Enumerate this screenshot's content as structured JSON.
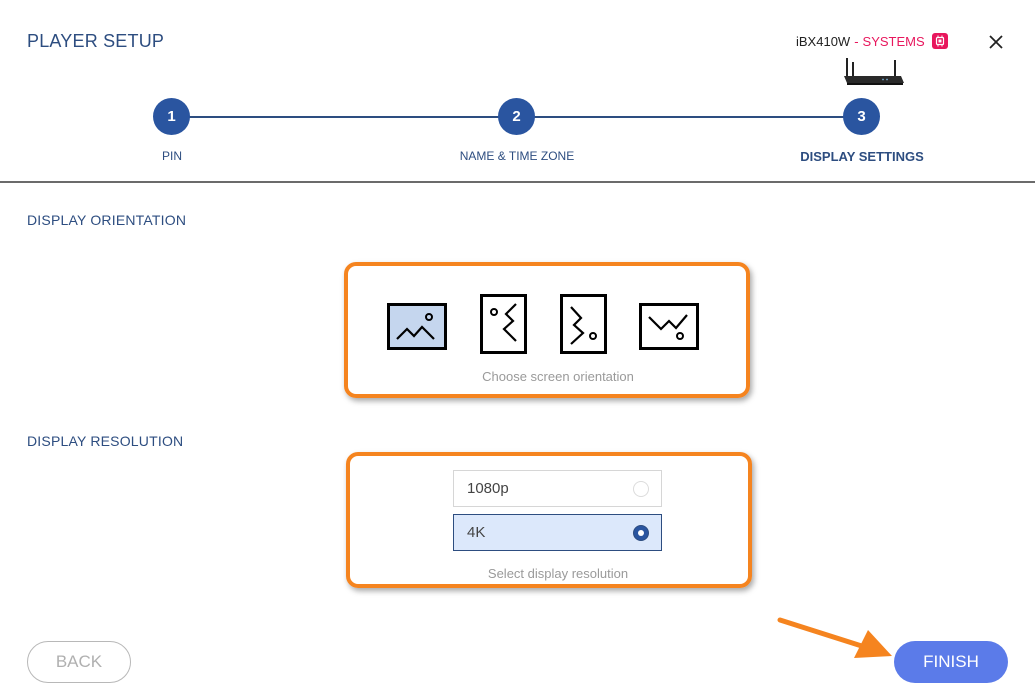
{
  "header": {
    "title": "PLAYER SETUP",
    "device_model": "iBX410W",
    "device_separator": "-",
    "device_tier": "SYSTEMS"
  },
  "stepper": {
    "steps": [
      {
        "number": "1",
        "label": "PIN"
      },
      {
        "number": "2",
        "label": "NAME & TIME ZONE"
      },
      {
        "number": "3",
        "label": "DISPLAY SETTINGS"
      }
    ],
    "active_step": "3"
  },
  "orientation": {
    "section_label": "DISPLAY ORIENTATION",
    "helper": "Choose screen orientation",
    "options": [
      "landscape",
      "portrait-left",
      "portrait-right",
      "landscape-flipped"
    ],
    "selected": "landscape"
  },
  "resolution": {
    "section_label": "DISPLAY RESOLUTION",
    "helper": "Select display resolution",
    "options": [
      {
        "label": "1080p",
        "selected": false
      },
      {
        "label": "4K",
        "selected": true
      }
    ]
  },
  "footer": {
    "back_label": "BACK",
    "finish_label": "FINISH"
  },
  "colors": {
    "primary": "#2a55a0",
    "accent_pink": "#e8175d",
    "highlight_orange": "#f5841f",
    "finish_button": "#5b7be9"
  }
}
